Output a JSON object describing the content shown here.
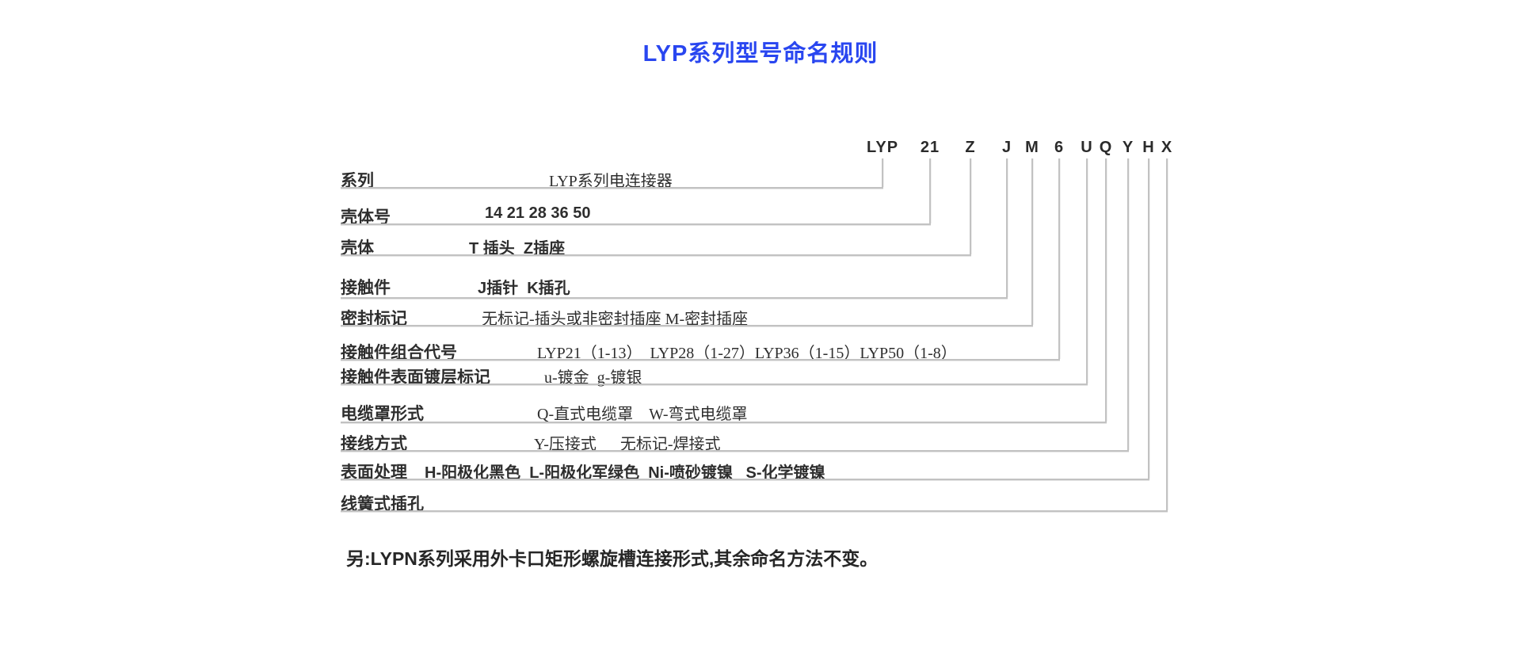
{
  "title": "LYP系列型号命名规则",
  "colors": {
    "title_accent": "#2946f0",
    "connector_line": "#c2c2c2",
    "text": "#2b2b2b",
    "background": "#ffffff"
  },
  "code": {
    "parts": [
      "LYP",
      "21",
      "Z",
      "J",
      "M",
      "6",
      "U",
      "Q",
      "Y",
      "H",
      "X"
    ]
  },
  "rows": [
    {
      "label": "系列",
      "value": "LYP系列电连接器"
    },
    {
      "label": "壳体号",
      "value": "14 21 28 36 50"
    },
    {
      "label": "壳体",
      "value": "T 插头  Z插座"
    },
    {
      "label": "接触件",
      "value": "J插针  K插孔"
    },
    {
      "label": "密封标记",
      "value": "无标记-插头或非密封插座 M-密封插座"
    },
    {
      "label": "接触件组合代号",
      "value": "LYP21（1-13）  LYP28（1-27）LYP36（1-15）LYP50（1-8）"
    },
    {
      "label": "接触件表面镀层标记",
      "value": "u-镀金  g-镀银"
    },
    {
      "label": "电缆罩形式",
      "value": "Q-直式电缆罩    W-弯式电缆罩"
    },
    {
      "label": "接线方式",
      "value": "Y-压接式      无标记-焊接式"
    },
    {
      "label": "表面处理",
      "value": "H-阳极化黑色  L-阳极化军绿色  Ni-喷砂镀镍   S-化学镀镍"
    },
    {
      "label": "线簧式插孔",
      "value": ""
    }
  ],
  "note": "另:LYPN系列采用外卡口矩形螺旋槽连接形式,其余命名方法不变。"
}
